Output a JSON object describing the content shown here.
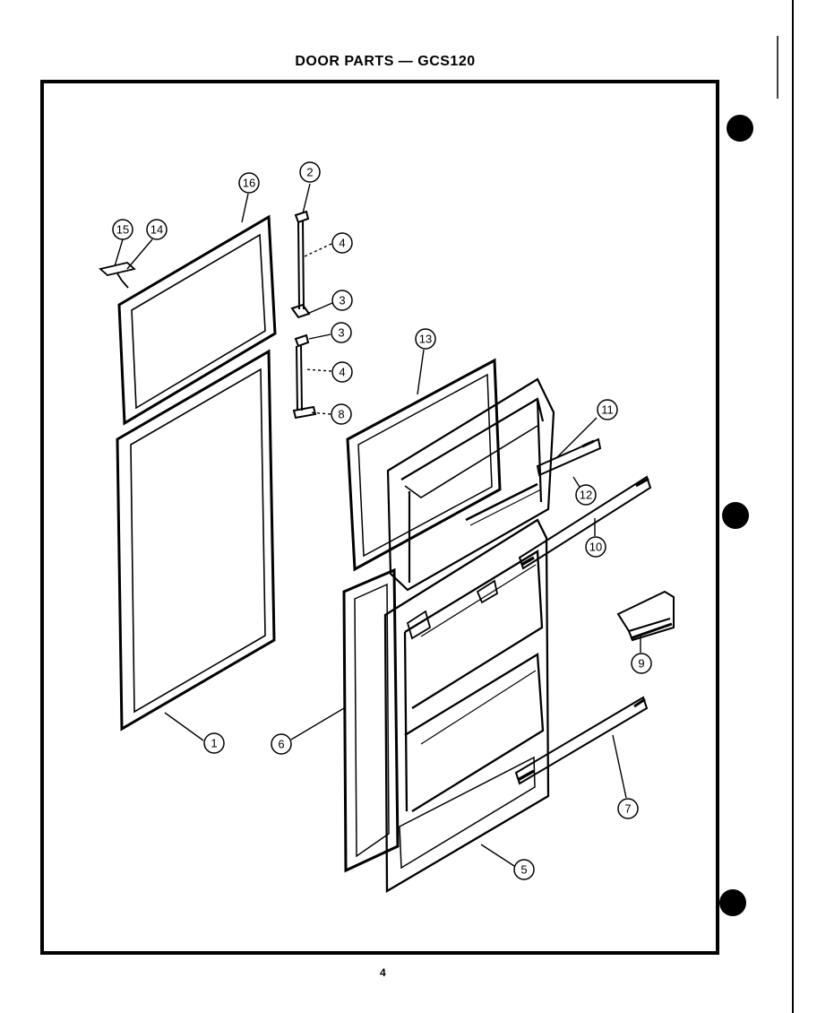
{
  "title": "DOOR PARTS — GCS120",
  "page_number": "4",
  "callouts": {
    "c1": "1",
    "c2": "2",
    "c3a": "3",
    "c3b": "3",
    "c4a": "4",
    "c4b": "4",
    "c5": "5",
    "c6": "6",
    "c7": "7",
    "c8": "8",
    "c9": "9",
    "c10": "10",
    "c11": "11",
    "c12": "12",
    "c13": "13",
    "c14": "14",
    "c15": "15",
    "c16": "16"
  }
}
